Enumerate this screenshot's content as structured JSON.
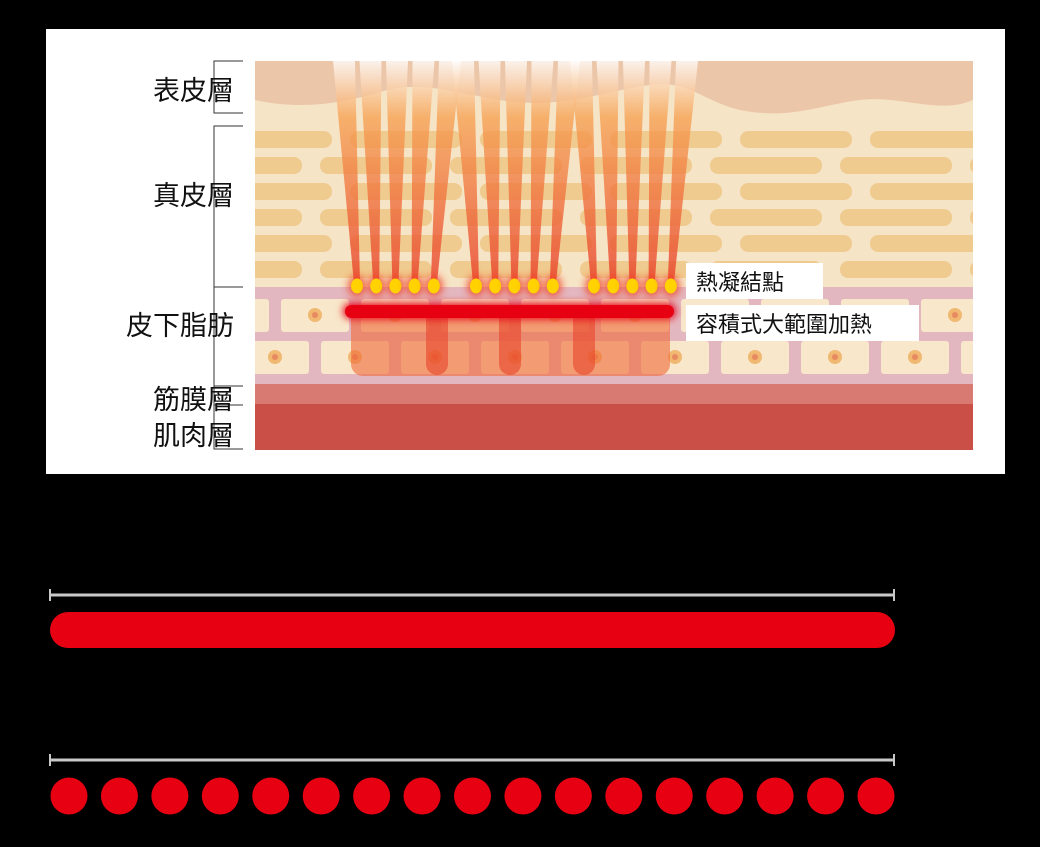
{
  "layers": {
    "epidermis": "表皮層",
    "dermis": "真皮層",
    "subcutaneous_fat": "皮下脂肪",
    "fascia": "筋膜層",
    "muscle": "肌肉層"
  },
  "annotations": {
    "thermal_points": "熱凝結點",
    "volumetric_heating": "容積式大範圍加熱"
  },
  "beam_groups": 3,
  "points_per_group": 5,
  "comparison": {
    "continuous_bar": "continuous",
    "dot_count": 17
  },
  "colors": {
    "red": "#e60012",
    "dot_yellow": "#ffd200",
    "epidermis": "#ebc6a9",
    "dermis_bg": "#f6e4c6",
    "dermis_fiber": "#f0cb8f",
    "fat_bg": "#e3b7c0",
    "fat_cell": "#f8e7cb",
    "fascia": "#d97a72",
    "muscle": "#c94f47",
    "bracket": "#c8c8c8"
  }
}
